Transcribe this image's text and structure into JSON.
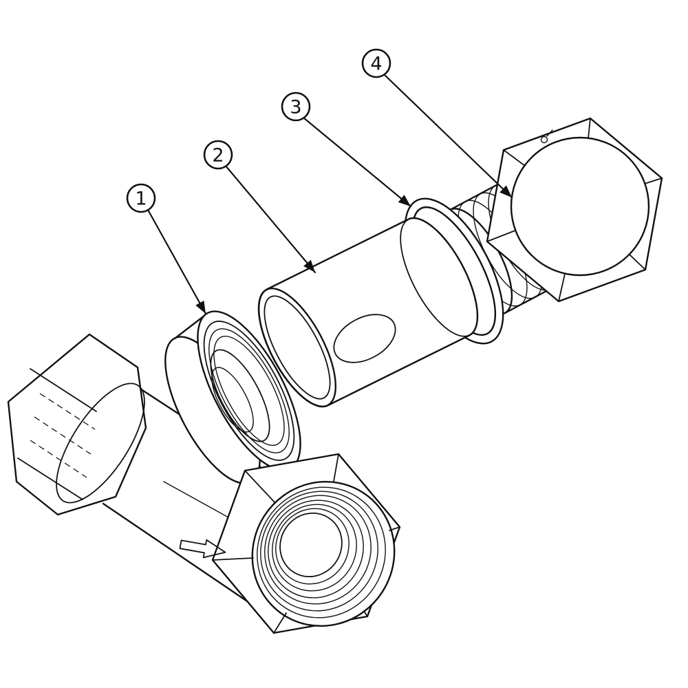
{
  "page": {
    "background": "#ffffff",
    "line_color": "#111111",
    "type": "exploded-view-technical-drawing"
  },
  "callouts": [
    {
      "label": "1"
    },
    {
      "label": "2"
    },
    {
      "label": "3"
    },
    {
      "label": "4"
    }
  ]
}
